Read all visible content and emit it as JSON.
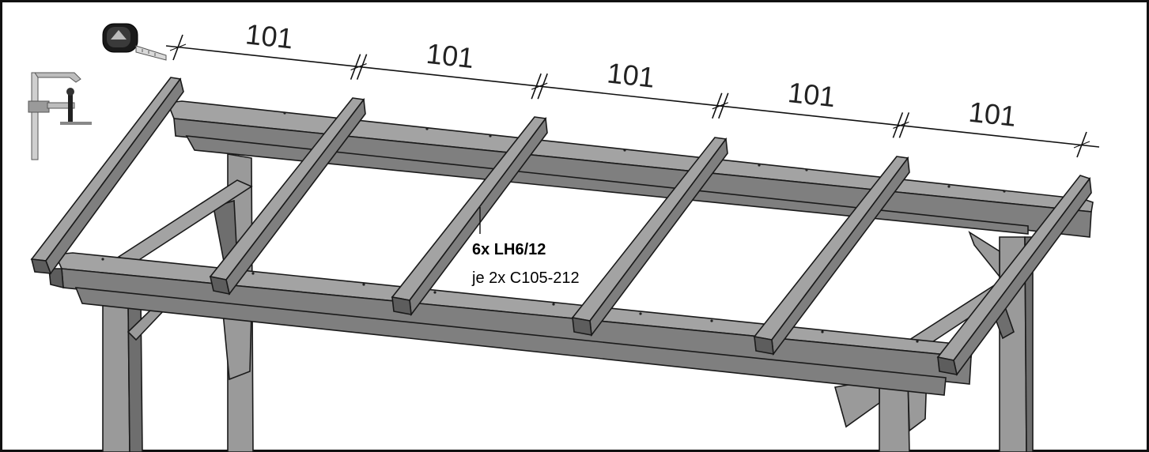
{
  "dimensions": {
    "spacings": [
      "101",
      "101",
      "101",
      "101",
      "101"
    ]
  },
  "part_label": {
    "quantity_part": "6x LH6/12",
    "fastener": "je 2x C105-212"
  },
  "tools": {
    "items": [
      "tape-measure-icon",
      "clamp-icon"
    ]
  },
  "colors": {
    "wood_top": "#a3a3a3",
    "wood_side": "#7f7f7f",
    "wood_end": "#5d5d5d",
    "line": "#1a1a1a"
  }
}
